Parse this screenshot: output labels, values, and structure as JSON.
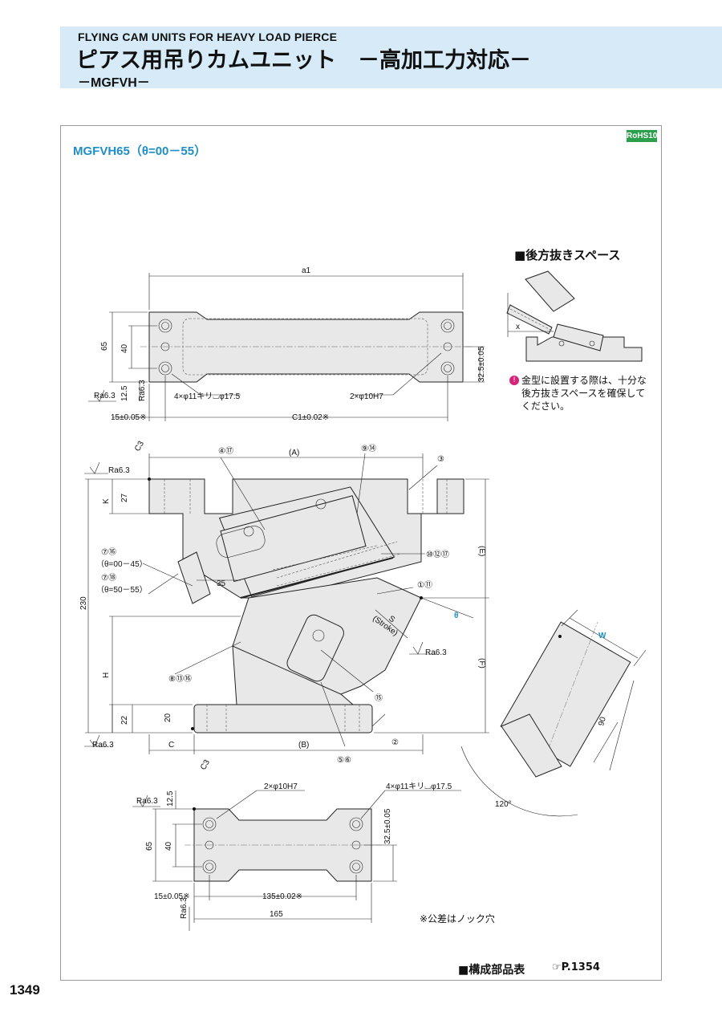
{
  "header": {
    "title_en": "FLYING CAM UNITS FOR HEAVY LOAD PIERCE",
    "title_jp": "ピアス用吊りカムユニット　－高加工力対応－",
    "subtitle": "－MGFVH－"
  },
  "model": "MGFVH65（θ=00－55）",
  "rohs": "RoHS10",
  "rear_space": {
    "title": "■後方抜きスペース",
    "x_label": "x",
    "note": "金型に設置する際は、十分な後方抜きスペースを確保してください。"
  },
  "top_view": {
    "a1": "a1",
    "d65": "65",
    "d40": "40",
    "d12_5": "12.5",
    "ra": "Ra6.3",
    "d32_5": "32.5±0.05",
    "holes_4": "4×φ11キリ⌴φ17.5",
    "holes_2": "2×φ10H7",
    "d15": "15±0.05※",
    "c1": "C1±0.02※"
  },
  "side_view": {
    "c3": "C3",
    "ra": "Ra6.3",
    "A": "(A)",
    "B": "(B)",
    "C": "C",
    "E": "(E)",
    "F": "(F)",
    "K": "K",
    "H": "H",
    "d27": "27",
    "d230": "230",
    "d22": "22",
    "d20": "20",
    "d35": "35",
    "S": "S",
    "stroke": "(Stroke)",
    "theta": "θ",
    "p4_17": "④⑰",
    "p9_14": "⑨⑭",
    "p3": "③",
    "p10_12_17": "⑩⑫⑰",
    "p1_11": "①⑪",
    "p7_16": "⑦⑯",
    "p7_16_range": "（θ=00－45）",
    "p7_18": "⑦⑱",
    "p7_18_range": "（θ=50－55）",
    "p8_13_16": "⑧⑬⑯",
    "p15": "⑮",
    "p2": "②",
    "p5_6": "⑤⑥"
  },
  "angled_view": {
    "W": "W",
    "d90": "90",
    "d120": "120°"
  },
  "bottom_view": {
    "ra": "Ra6.3",
    "d12_5": "12.5",
    "holes_2": "2×φ10H7",
    "holes_4": "4×φ11キリ⌴φ17.5",
    "d65": "65",
    "d40": "40",
    "d32_5": "32.5±0.05",
    "d15": "15±0.05※",
    "d135": "135±0.02※",
    "d165": "165"
  },
  "tolerance_note": "※公差はノック穴",
  "parts_table": "■構成部品表",
  "parts_ref": "☞P.1354",
  "page_number": "1349"
}
